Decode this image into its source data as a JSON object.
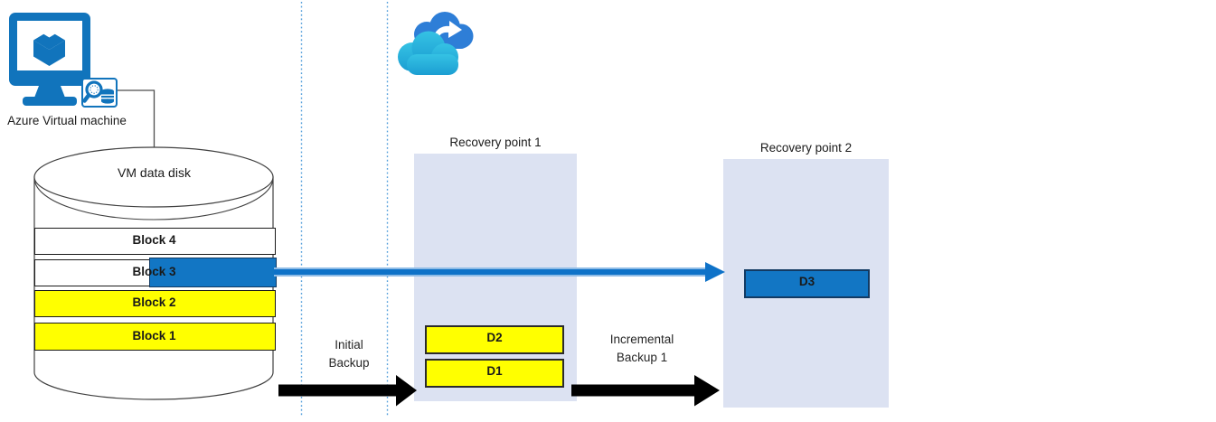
{
  "vm": {
    "label": "Azure Virtual machine"
  },
  "disk": {
    "title": "VM data disk",
    "blocks": [
      {
        "label": "Block 4",
        "fill": "#ffffff"
      },
      {
        "label": "Block 3",
        "fill": "#ffffff",
        "highlight": "#1276c4"
      },
      {
        "label": "Block 2",
        "fill": "#ffff00"
      },
      {
        "label": "Block 1",
        "fill": "#ffff00"
      }
    ]
  },
  "backups": {
    "initial": {
      "label": "Initial\nBackup"
    },
    "incremental": {
      "label": "Incremental\nBackup 1"
    }
  },
  "recovery_points": [
    {
      "title": "Recovery point 1",
      "items": [
        {
          "label": "D2",
          "fill": "#ffff00"
        },
        {
          "label": "D1",
          "fill": "#ffff00"
        }
      ]
    },
    {
      "title": "Recovery point 2",
      "items": [
        {
          "label": "D3",
          "fill": "#1276c4"
        }
      ]
    }
  ],
  "colors": {
    "azure_blue": "#1174bc",
    "cloud_back": "#2e7ed7",
    "cloud_front": "#2ab4dd",
    "highlight_blue": "#1276c4",
    "arrow_blue": "#0e72c8",
    "yellow": "#ffff00",
    "recovery_box": "#dce2f2",
    "dotted_line": "#56a0dc",
    "arrow_black": "#000000"
  }
}
